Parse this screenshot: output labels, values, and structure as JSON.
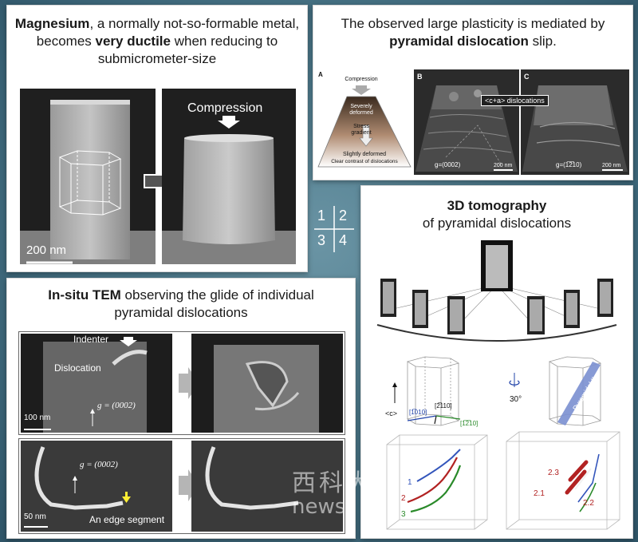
{
  "panel1": {
    "caption_pre": "Magnesium",
    "caption_mid": ", a normally not-so-formable metal, becomes ",
    "caption_bold": "very ductile",
    "caption_post": " when reducing to submicrometer-size",
    "scale_bar": "200 nm",
    "compression_label": "Compression"
  },
  "panel2": {
    "caption_pre": "The observed large plasticity is mediated by ",
    "caption_bold": "pyramidal dislocation",
    "caption_post": " slip.",
    "sub_a": "A",
    "sub_b": "B",
    "sub_c": "C",
    "compression": "Compression",
    "severely": "Severely",
    "deformed": "deformed",
    "stress": "Stress",
    "gradient": "gradient",
    "slightly": "Slightly deformed",
    "clear": "Clear contrast of dislocations",
    "ca_label": "<c+a> dislocations",
    "g_b": "g=(0002)",
    "g_c": "g=(1̅2̅10)",
    "scale_b": "200 nm",
    "scale_c": "200 nm"
  },
  "panel3": {
    "caption_bold": "In-situ TEM",
    "caption_rest": " observing the glide of individual pyramidal dislocations",
    "indenter": "Indenter",
    "dislocation": "Dislocation",
    "g_top": "g = (0002)",
    "scale_top": "100 nm",
    "g_bottom": "g = (0002)",
    "scale_bottom": "50 nm",
    "edge_segment": "An edge segment"
  },
  "panel4": {
    "caption_bold": "3D tomography",
    "caption_rest": "of pyramidal dislocations",
    "c_label": "<c>",
    "dir1": "[1̅010]",
    "dir2": "[2̅110]",
    "dir3": "[1̅2̅10]",
    "angle": "30°",
    "plane": "Pyramidal II",
    "l1": "1",
    "l2": "2",
    "l3": "3",
    "r21": "2.1",
    "r22": "2.2",
    "r23": "2.3"
  },
  "legend": {
    "q1": "1",
    "q2": "2",
    "q3": "3",
    "q4": "4"
  },
  "watermark": {
    "line1": "西科大",
    "line2": "news"
  }
}
